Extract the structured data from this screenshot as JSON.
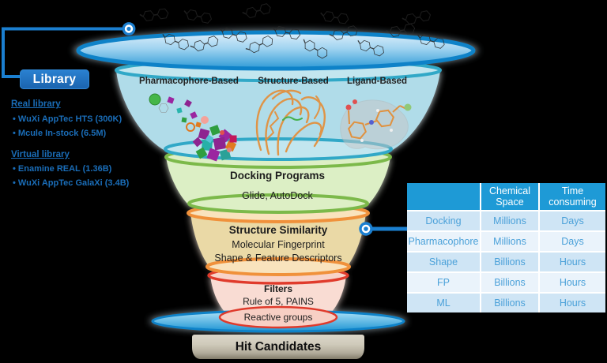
{
  "library_box": {
    "label": "Library"
  },
  "left_panel": {
    "real_library": {
      "title": "Real library",
      "items": [
        "WuXi AppTec HTS (300K)",
        "Mcule In-stock (6.5M)"
      ]
    },
    "virtual_library": {
      "title": "Virtual library",
      "items": [
        "Enamine REAL (1.36B)",
        "WuXi AppTec GalaXi (3.4B)"
      ]
    }
  },
  "funnel": {
    "stage_screening": {
      "labels": [
        "Pharmacophore-Based",
        "Structure-Based",
        "Ligand-Based"
      ]
    },
    "stage_docking": {
      "title": "Docking Programs",
      "subtitle": "Glide, AutoDock"
    },
    "stage_similarity": {
      "title": "Structure Similarity",
      "line1": "Molecular Fingerprint",
      "line2": "Shape & Feature Descriptors"
    },
    "stage_filters": {
      "title": "Filters",
      "line1": "Rule of 5, PAINS",
      "ellipse_label": "Reactive groups"
    },
    "output_label": "Hit Candidates"
  },
  "table": {
    "headers": [
      "",
      "Chemical Space",
      "Time consuming"
    ],
    "rows": [
      {
        "method": "Docking",
        "chemical_space": "Millions",
        "time": "Days"
      },
      {
        "method": "Pharmacophore",
        "chemical_space": "Millions",
        "time": "Days"
      },
      {
        "method": "Shape",
        "chemical_space": "Billions",
        "time": "Hours"
      },
      {
        "method": "FP",
        "chemical_space": "Billions",
        "time": "Hours"
      },
      {
        "method": "ML",
        "chemical_space": "Billions",
        "time": "Hours"
      }
    ]
  },
  "colors": {
    "accent_blue": "#1b7fd0",
    "table_header_blue": "#1e9ad6",
    "funnel_teal": "#31a8c7",
    "funnel_green": "#7cb94a",
    "funnel_orange": "#f0913b",
    "funnel_red": "#e03b2c",
    "top_dish_blue": "#0e82c8"
  }
}
